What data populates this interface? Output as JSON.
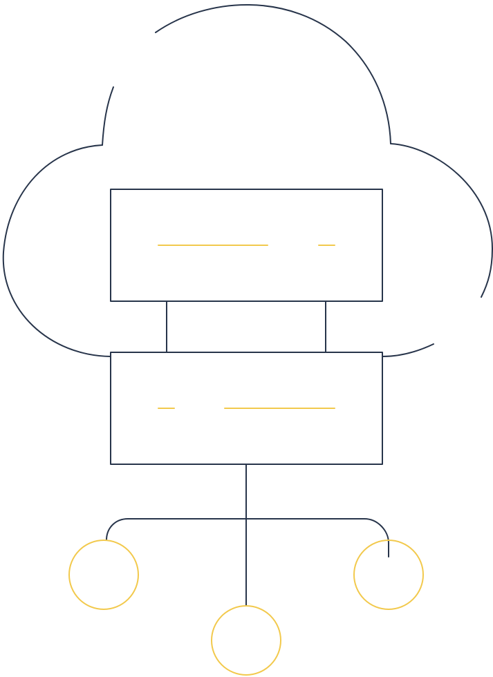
{
  "icon": {
    "name": "cloud-server-network-icon",
    "colors": {
      "stroke": "#27344a",
      "accent": "#f2c94c",
      "background": "#ffffff"
    },
    "parts": [
      "cloud-outline",
      "server-unit-top",
      "server-unit-bottom",
      "server-connectors",
      "network-branches",
      "network-nodes"
    ]
  }
}
